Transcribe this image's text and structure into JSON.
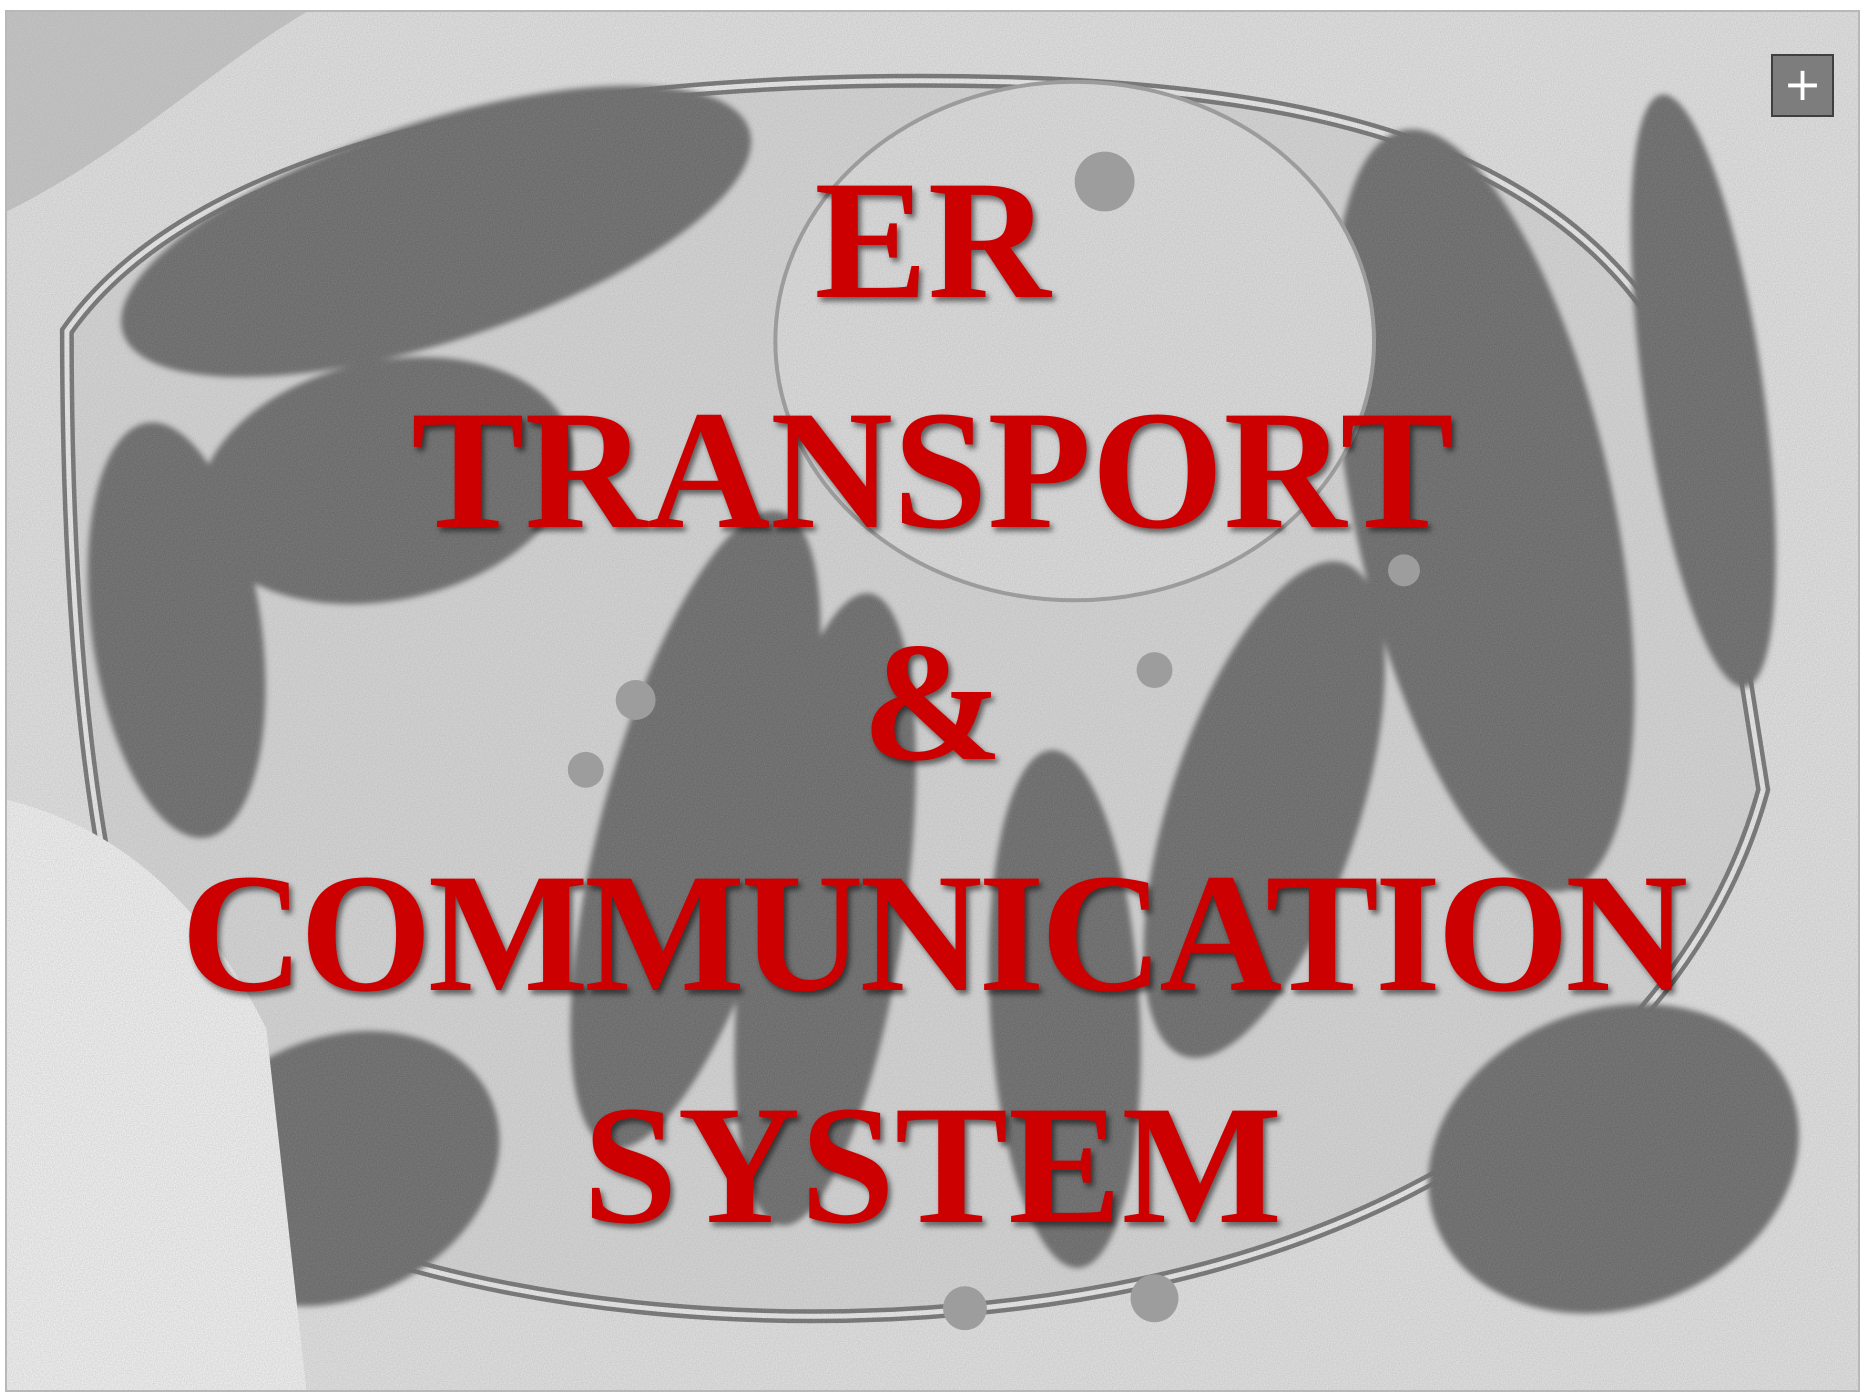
{
  "slide": {
    "title_lines": [
      "ER",
      "TRANSPORT",
      "&",
      "COMMUNICATION",
      "SYSTEM"
    ],
    "title_color": "#cc0000",
    "background_image": "electron-micrograph-plant-cell",
    "expand_button_icon": "plus-icon"
  }
}
